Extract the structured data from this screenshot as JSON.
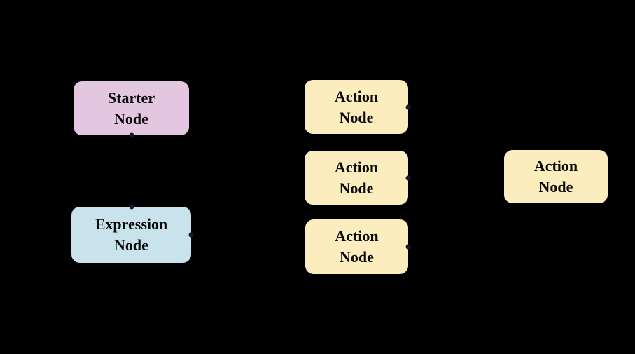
{
  "diagram": {
    "background_color": "#000000",
    "handle_color": "#1a192b",
    "text_color": "#0a0a0a",
    "nodes": [
      {
        "id": "starter-node",
        "label": "Starter\nNode",
        "fill": "#e3c6e0",
        "handles": [
          "bottom"
        ]
      },
      {
        "id": "expression-node",
        "label": "Expression\nNode",
        "fill": "#c8e3ec",
        "handles": [
          "top",
          "right"
        ]
      },
      {
        "id": "action-node-1",
        "label": "Action\nNode",
        "fill": "#fcedbe",
        "handles": [
          "right"
        ]
      },
      {
        "id": "action-node-2",
        "label": "Action\nNode",
        "fill": "#fcedbe",
        "handles": [
          "right"
        ]
      },
      {
        "id": "action-node-3",
        "label": "Action\nNode",
        "fill": "#fcedbe",
        "handles": [
          "right"
        ]
      },
      {
        "id": "action-node-4",
        "label": "Action\nNode",
        "fill": "#fcedbe",
        "handles": []
      }
    ]
  }
}
